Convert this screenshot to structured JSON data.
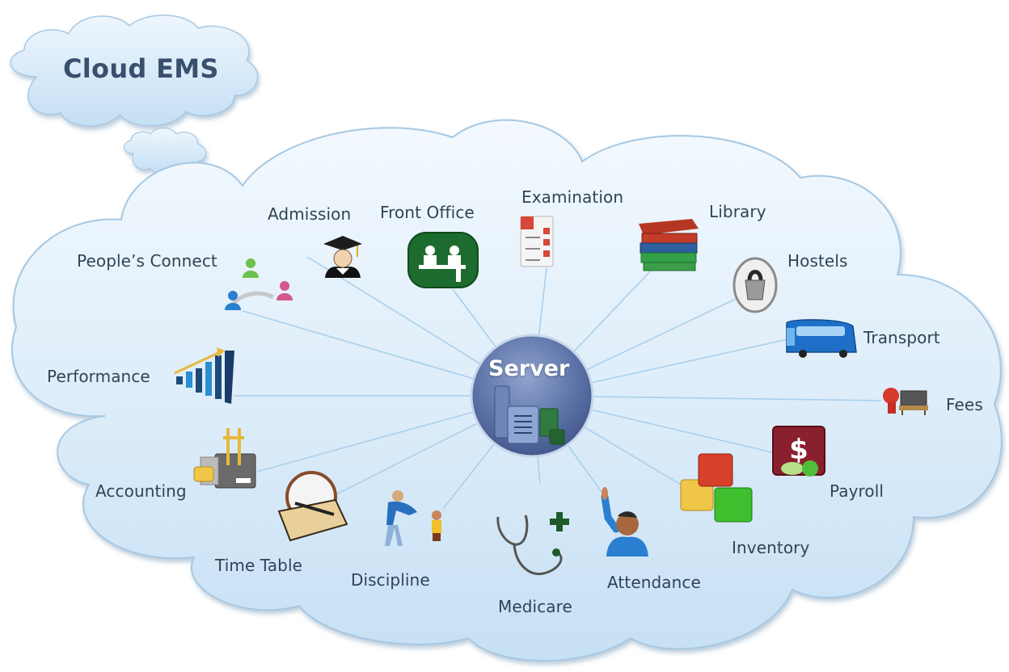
{
  "title": "Cloud EMS",
  "hub": {
    "label": "Server",
    "icon": "server-icon"
  },
  "colors": {
    "cloud_fill": "#d6e9f8",
    "cloud_stroke": "#9fc3e0",
    "connector": "#a9d0ec",
    "label_text": "#2f4456",
    "title_text": "#384f6d",
    "hub_fill": "#5b74a8"
  },
  "modules": [
    {
      "label": "Admission",
      "icon": "graduate-icon"
    },
    {
      "label": "Front Office",
      "icon": "reception-desk-icon"
    },
    {
      "label": "Examination",
      "icon": "checklist-icon"
    },
    {
      "label": "Library",
      "icon": "books-icon"
    },
    {
      "label": "Hostels",
      "icon": "padlock-icon"
    },
    {
      "label": "Transport",
      "icon": "bus-icon"
    },
    {
      "label": "Fees",
      "icon": "fees-cart-icon"
    },
    {
      "label": "Payroll",
      "icon": "dollar-icon"
    },
    {
      "label": "Inventory",
      "icon": "boxes-icon"
    },
    {
      "label": "Attendance",
      "icon": "raised-hand-icon"
    },
    {
      "label": "Medicare",
      "icon": "stethoscope-icon"
    },
    {
      "label": "Discipline",
      "icon": "teacher-child-icon"
    },
    {
      "label": "Time Table",
      "icon": "clock-notebook-icon"
    },
    {
      "label": "Accounting",
      "icon": "calculator-icon"
    },
    {
      "label": "Performance",
      "icon": "bar-chart-icon"
    },
    {
      "label": "People’s Connect",
      "icon": "people-network-icon"
    }
  ]
}
